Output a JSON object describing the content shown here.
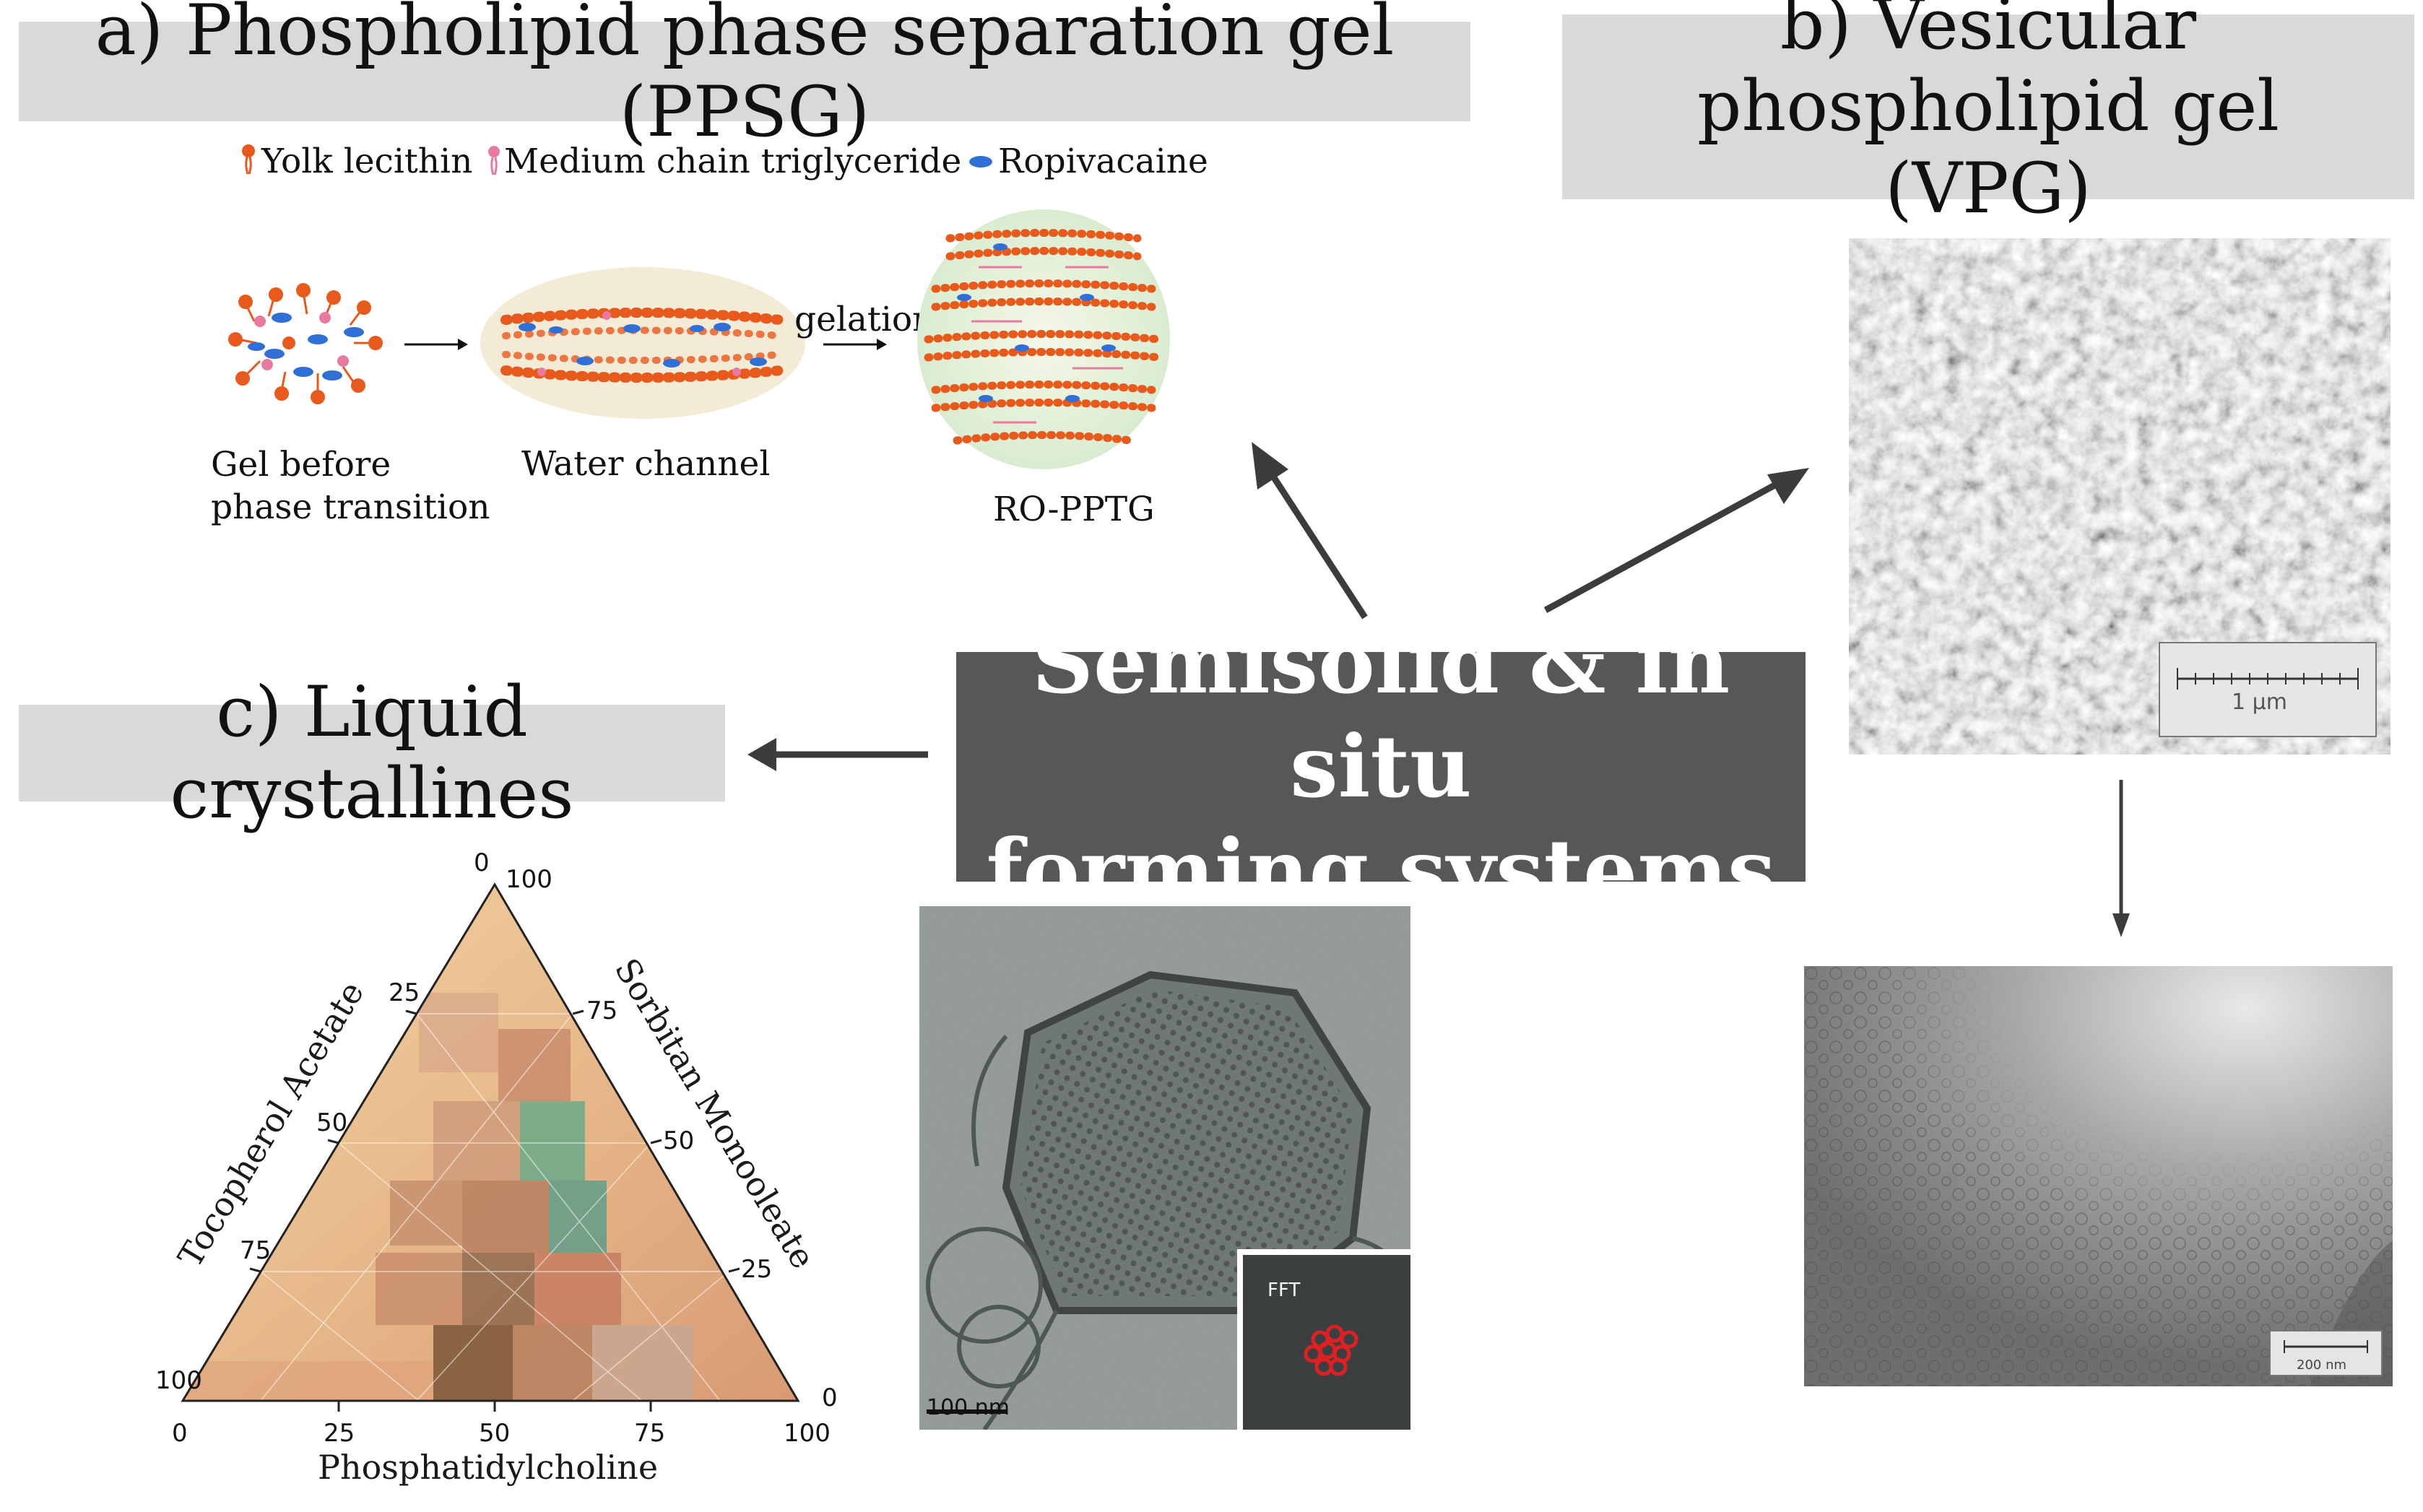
{
  "panel_a": {
    "title": "a) Phospholipid phase separation gel (PPSG)",
    "legend": [
      {
        "label": "Yolk lecithin",
        "icon": "lipid-orange-icon",
        "color": "#e8591c"
      },
      {
        "label": "Medium chain triglyceride",
        "icon": "lipid-pink-icon",
        "color": "#e87aa0"
      },
      {
        "label": "Ropivacaine",
        "icon": "drug-blue-ellipse-icon",
        "color": "#2f6fd6"
      }
    ],
    "stages": {
      "gel_before": "Gel before phase transition",
      "water_channel": "Water channel",
      "ro_pptg": "RO-PPTG"
    },
    "gelation_label": "gelation"
  },
  "panel_b": {
    "title": "b) Vesicular phospholipid gel (VPG)",
    "scalebar_top": "1 μm",
    "scalebar_bottom": "200 nm"
  },
  "panel_c": {
    "title": "c) Liquid crystallines",
    "axis_left": "Tocopherol Acetate",
    "axis_right": "Sorbitan Monooleate",
    "axis_bottom": "Phosphatidylcholine",
    "bottom_ticks": [
      "0",
      "25",
      "50",
      "75",
      "100"
    ],
    "left_ticks": [
      "100",
      "75",
      "50",
      "25",
      "0"
    ],
    "right_ticks": [
      "100",
      "75",
      "50",
      "25",
      "0"
    ],
    "cryo_scalebar": "100 nm",
    "fft_label": "FFT"
  },
  "center": {
    "line1": "Semisolid & in situ",
    "line2": "forming systems"
  },
  "colors": {
    "title_bg": "#d9d9d9",
    "center_bg": "#575757",
    "arrow": "#3c3c3c"
  }
}
